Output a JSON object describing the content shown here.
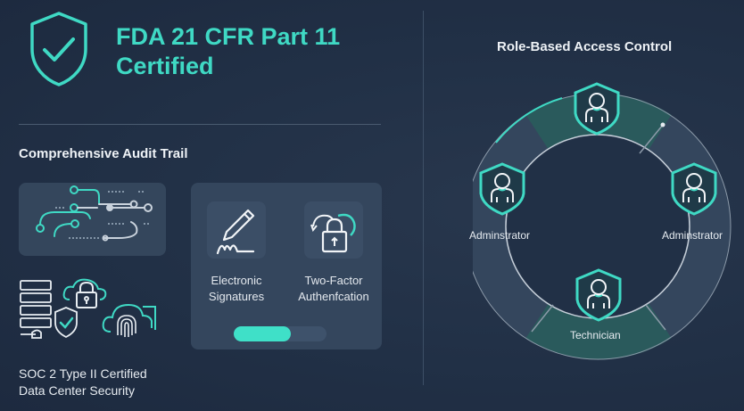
{
  "hero": {
    "icon": "shield-check-icon",
    "title_line1": "FDA 21 CFR Part 11",
    "title_line2": "Certified"
  },
  "audit": {
    "title": "Comprehensive Audit Trail",
    "icon": "circuit-trail-icon"
  },
  "features": {
    "items": [
      {
        "icon": "pen-signature-icon",
        "line1": "Electronic",
        "line2": "Signatures"
      },
      {
        "icon": "lock-refresh-icon",
        "line1": "Two-Factor",
        "line2": "Authenfcation"
      }
    ],
    "progress_percent": 62
  },
  "soc": {
    "icons": [
      "server-shield-icon",
      "cloud-lock-icon",
      "cloud-fingerprint-icon"
    ],
    "line1": "SOC 2 Type II Certified",
    "line2": "Data Center Security"
  },
  "rbac": {
    "title": "Role-Based Access Control",
    "roles": [
      {
        "position": "top",
        "label": ""
      },
      {
        "position": "left",
        "label": "Adminstrator"
      },
      {
        "position": "right",
        "label": "Adminstrator"
      },
      {
        "position": "bottom",
        "label": "Technician"
      }
    ]
  },
  "colors": {
    "accent": "#3fd9c4",
    "background": "#213046",
    "card": "#34465d"
  }
}
